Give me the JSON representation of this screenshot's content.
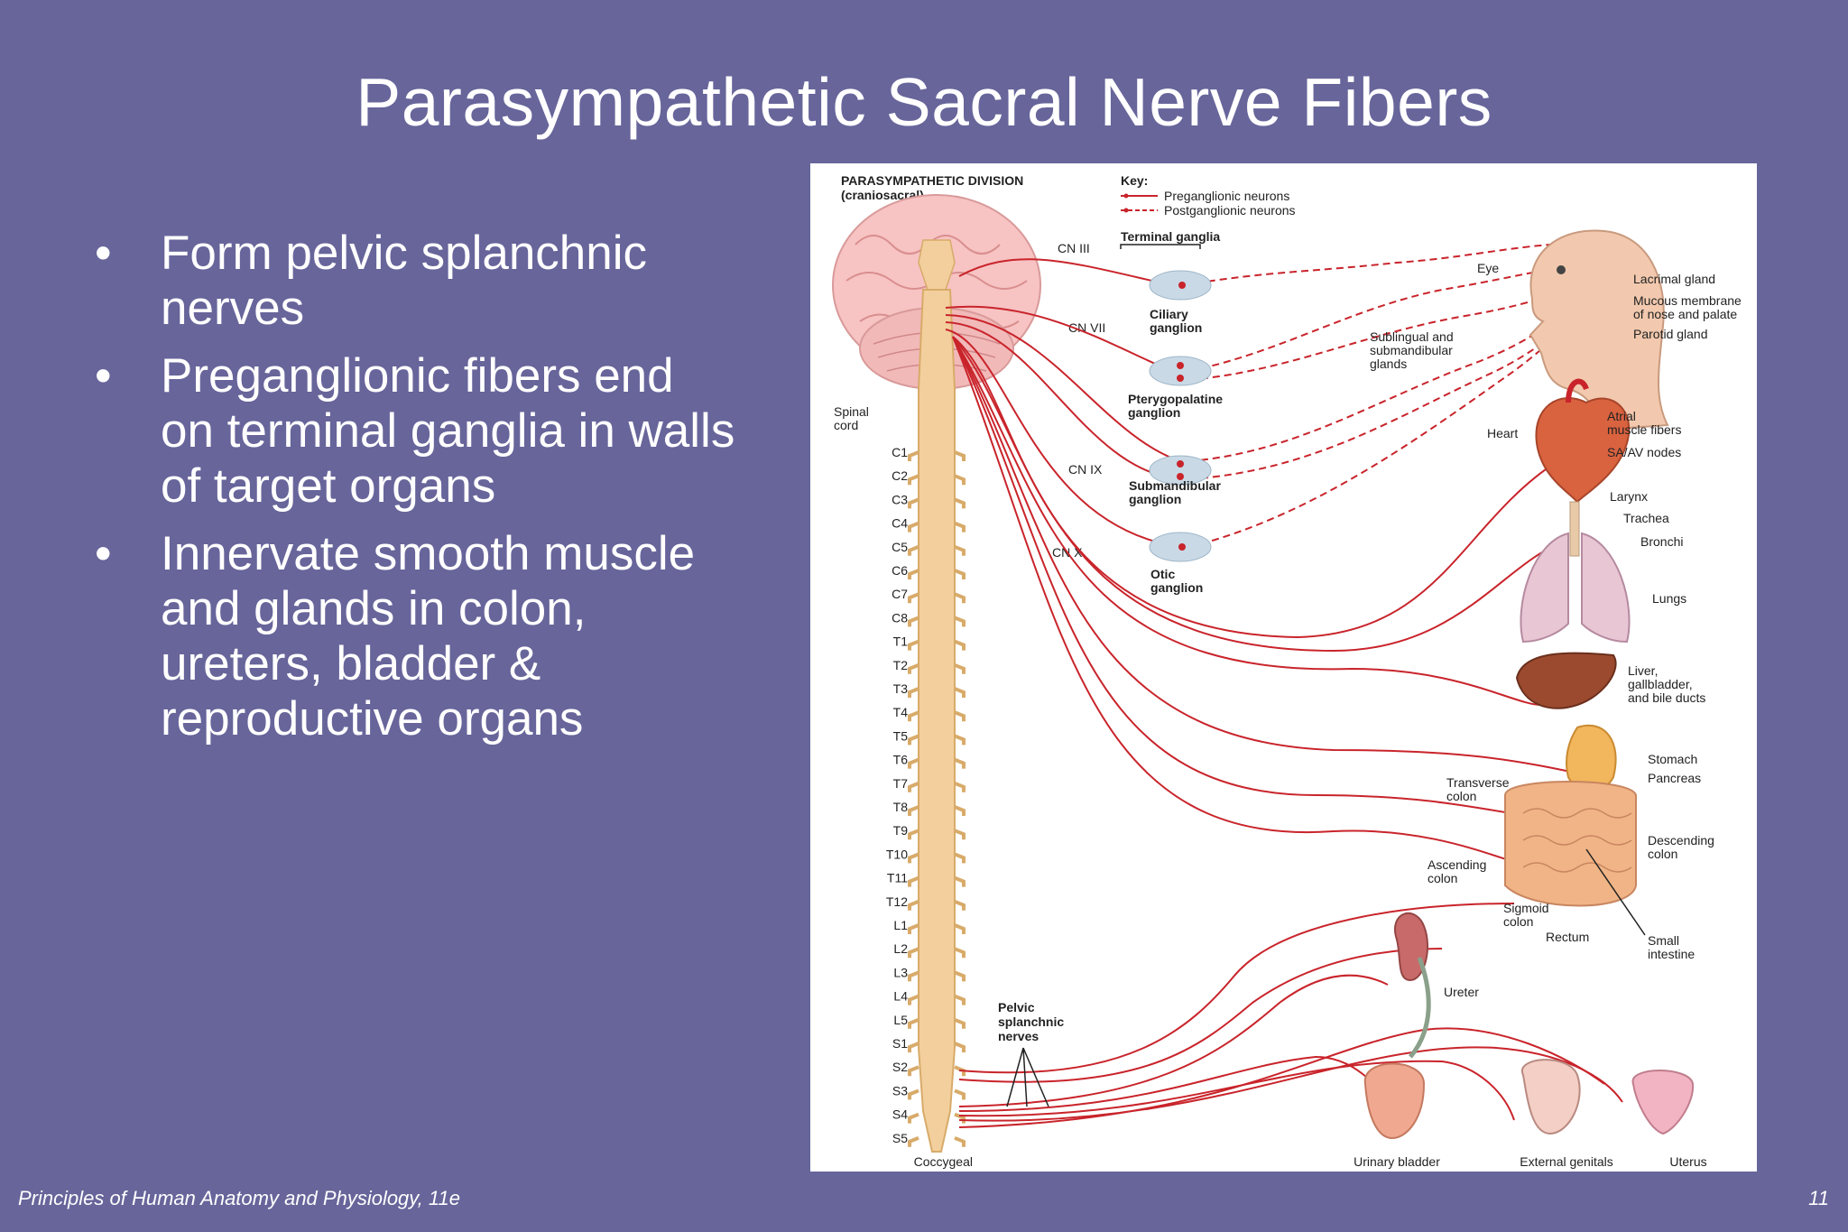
{
  "slide": {
    "title": "Parasympathetic Sacral Nerve Fibers",
    "bullets": [
      {
        "symbol": "•",
        "lines": [
          "Form pelvic splanchnic",
          "nerves"
        ]
      },
      {
        "symbol": "•",
        "lines": [
          "Preganglionic fibers end",
          "on terminal ganglia in walls",
          "of target organs"
        ]
      },
      {
        "symbol": "•",
        "lines": [
          "Innervate smooth muscle",
          "and glands in colon,",
          "ureters, bladder &",
          "reproductive organs"
        ]
      }
    ],
    "footer": {
      "source": "Principles of Human Anatomy and Physiology, 11e",
      "page": "11"
    }
  },
  "figure": {
    "heading": [
      "PARASYMPATHETIC DIVISION",
      "(craniosacral)"
    ],
    "key": {
      "title": "Key:",
      "preganglionic": "Preganglionic neurons",
      "postganglionic": "Postganglionic neurons",
      "terminal_ganglia": "Terminal ganglia"
    },
    "colors": {
      "nerve": "#c9242b",
      "spine": "#f2cf9c",
      "brain": "#f7c3c3",
      "ganglion": "#c9d9e6"
    },
    "spinal_cord_label": [
      "Spinal",
      "cord"
    ],
    "vertebrae": [
      "C1",
      "C2",
      "C3",
      "C4",
      "C5",
      "C6",
      "C7",
      "C8",
      "T1",
      "T2",
      "T3",
      "T4",
      "T5",
      "T6",
      "T7",
      "T8",
      "T9",
      "T10",
      "T11",
      "T12",
      "L1",
      "L2",
      "L3",
      "L4",
      "L5",
      "S1",
      "S2",
      "S3",
      "S4",
      "S5",
      "Coccygeal"
    ],
    "cranial_nerves": [
      "CN III",
      "CN VII",
      "CN IX",
      "CN X"
    ],
    "ganglia": [
      [
        "Ciliary",
        "ganglion"
      ],
      [
        "Pterygopalatine",
        "ganglion"
      ],
      [
        "Submandibular",
        "ganglion"
      ],
      [
        "Otic",
        "ganglion"
      ]
    ],
    "pelvic_label": [
      "Pelvic",
      "splanchnic",
      "nerves"
    ],
    "organ_labels": {
      "eye": "Eye",
      "lacrimal": "Lacrimal gland",
      "mucous": [
        "Mucous membrane",
        "of nose and palate"
      ],
      "parotid": "Parotid gland",
      "sublingual": [
        "Sublingual and",
        "submandibular",
        "glands"
      ],
      "heart": "Heart",
      "atrial": [
        "Atrial",
        "muscle fibers"
      ],
      "saav": "SA/AV nodes",
      "larynx": "Larynx",
      "trachea": "Trachea",
      "bronchi": "Bronchi",
      "lungs": "Lungs",
      "liver": [
        "Liver,",
        "gallbladder,",
        "and bile ducts"
      ],
      "stomach": "Stomach",
      "pancreas": "Pancreas",
      "transverse": [
        "Transverse",
        "colon"
      ],
      "descending": [
        "Descending",
        "colon"
      ],
      "ascending": [
        "Ascending",
        "colon"
      ],
      "sigmoid": [
        "Sigmoid",
        "colon"
      ],
      "rectum": "Rectum",
      "small_intestine": [
        "Small",
        "intestine"
      ],
      "ureter": "Ureter",
      "bladder": "Urinary bladder",
      "genitals": "External genitals",
      "uterus": "Uterus"
    }
  }
}
